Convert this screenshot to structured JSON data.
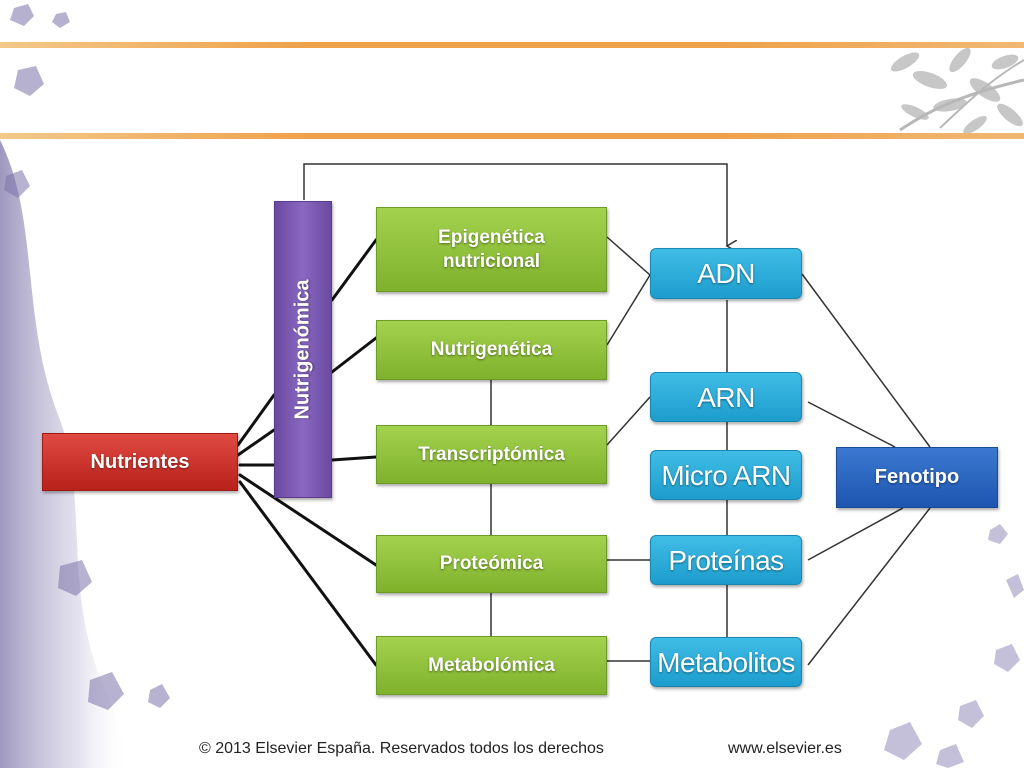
{
  "diagram": {
    "nodes": {
      "nutrientes": "Nutrientes",
      "nutrigenomica": "Nutrigenómica",
      "epigenetica_line1": "Epigenética",
      "epigenetica_line2": "nutricional",
      "nutrigenetica": "Nutrigenética",
      "transcriptomica": "Transcriptómica",
      "proteomica": "Proteómica",
      "metabolomica": "Metabolómica",
      "adn": "ADN",
      "arn": "ARN",
      "micro_arn": "Micro ARN",
      "proteinas": "Proteínas",
      "metabolitos": "Metabolitos",
      "fenotipo": "Fenotipo"
    }
  },
  "footer": {
    "copyright": "© 2013 Elsevier España. Reservados todos los derechos",
    "website": "www.elsevier.es"
  },
  "colors": {
    "accent_band": "#eea24a",
    "green_box": "#8cbf36",
    "blue_box": "#2aaad9",
    "red_box": "#c8302a",
    "fenotipo_box": "#2a63c0",
    "purple_box": "#7657b0"
  }
}
